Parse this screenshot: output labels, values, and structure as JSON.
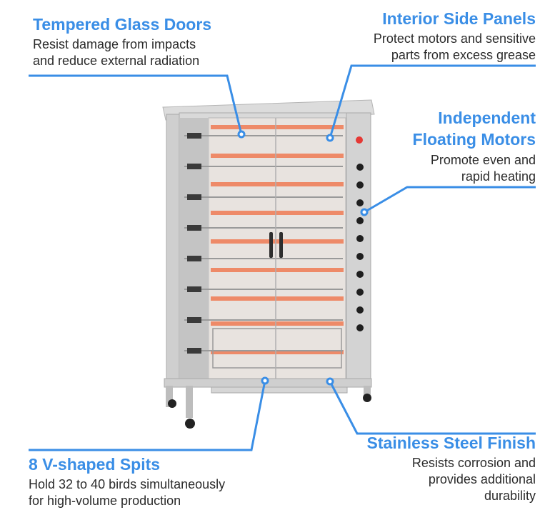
{
  "accent_color": "#3a8ee6",
  "callouts": {
    "glass_doors": {
      "title": "Tempered Glass Doors",
      "line1": "Resist damage from impacts",
      "line2": "and reduce external radiation"
    },
    "side_panels": {
      "title": "Interior Side Panels",
      "line1": "Protect motors and sensitive",
      "line2": "parts from excess grease"
    },
    "motors": {
      "title1": "Independent",
      "title2": "Floating Motors",
      "line1": "Promote even and",
      "line2": "rapid heating"
    },
    "spits": {
      "title": "8 V-shaped Spits",
      "line1": "Hold 32 to 40 birds simultaneously",
      "line2": "for high-volume production"
    },
    "steel": {
      "title": "Stainless Steel Finish",
      "line1": "Resists corrosion and",
      "line2": "provides additional",
      "line3": "durability"
    }
  }
}
